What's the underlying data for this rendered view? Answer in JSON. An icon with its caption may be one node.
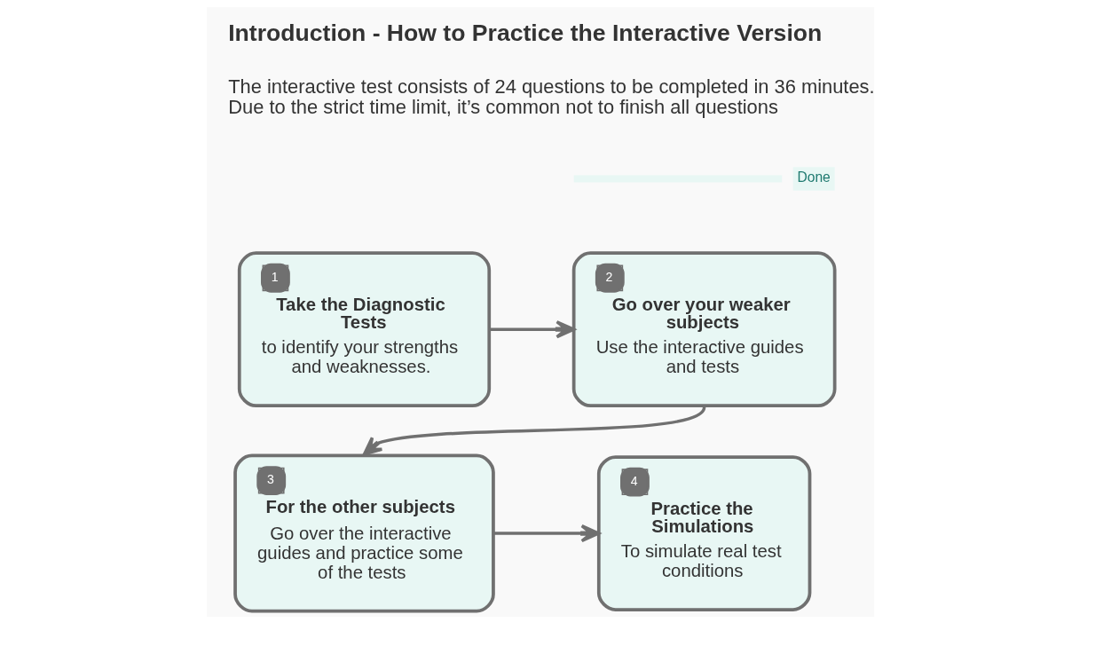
{
  "diagram": {
    "title": "Introduction - How to Practice the Interactive Version",
    "caption": "The interactive test consists of 24 questions to be completed in 36 minutes. Due to the strict time limit, it’s common not to finish all questions",
    "nodes": [
      {
        "text": [
          "1",
          "Take the Diagnostic Tests",
          "to identify your strengths and weaknesses."
        ]
      },
      {
        "text": [
          "2",
          "Go over your weaker subjects",
          "Use the interactive guides and tests"
        ]
      },
      {
        "text": [
          "3",
          "For the other subjects",
          "Go over the interactive guides and practice some of the tests"
        ]
      },
      {
        "text": [
          "4",
          "Practice the Simulations",
          "To simulate real test conditions"
        ]
      }
    ],
    "edges": [
      {
        "from": 0,
        "to": 1,
        "arrow": "to"
      },
      {
        "from": 1,
        "to": 2,
        "arrow": "to"
      },
      {
        "from": 2,
        "to": 3,
        "arrow": "to"
      }
    ],
    "labels": [
      "Done"
    ]
  }
}
